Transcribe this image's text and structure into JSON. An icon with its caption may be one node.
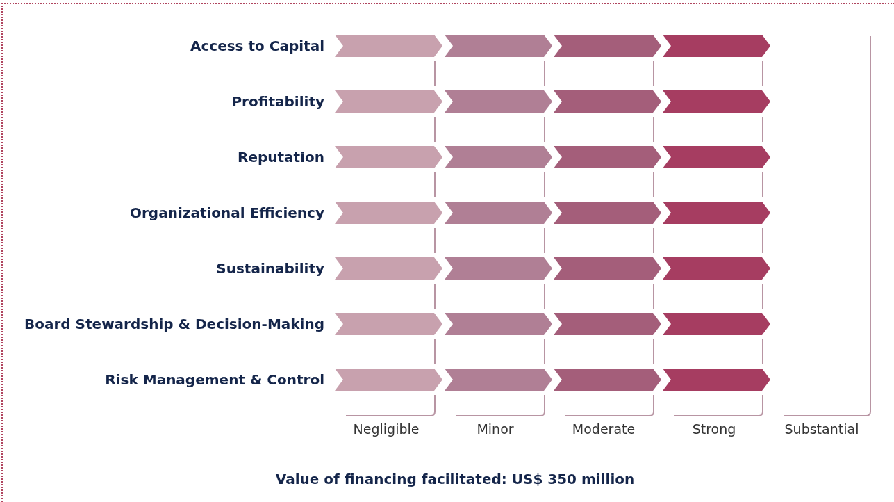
{
  "diagram": {
    "caption": "Value of financing facilitated: US$ 350 million",
    "labels": [
      "Access to Capital",
      "Profitability",
      "Reputation",
      "Organizational Efficiency",
      "Sustainability",
      "Board Stewardship & Decision-Making",
      "Risk Management & Control",
      "Negligible",
      "Minor",
      "Moderate",
      "Strong",
      "Substantial"
    ]
  }
}
